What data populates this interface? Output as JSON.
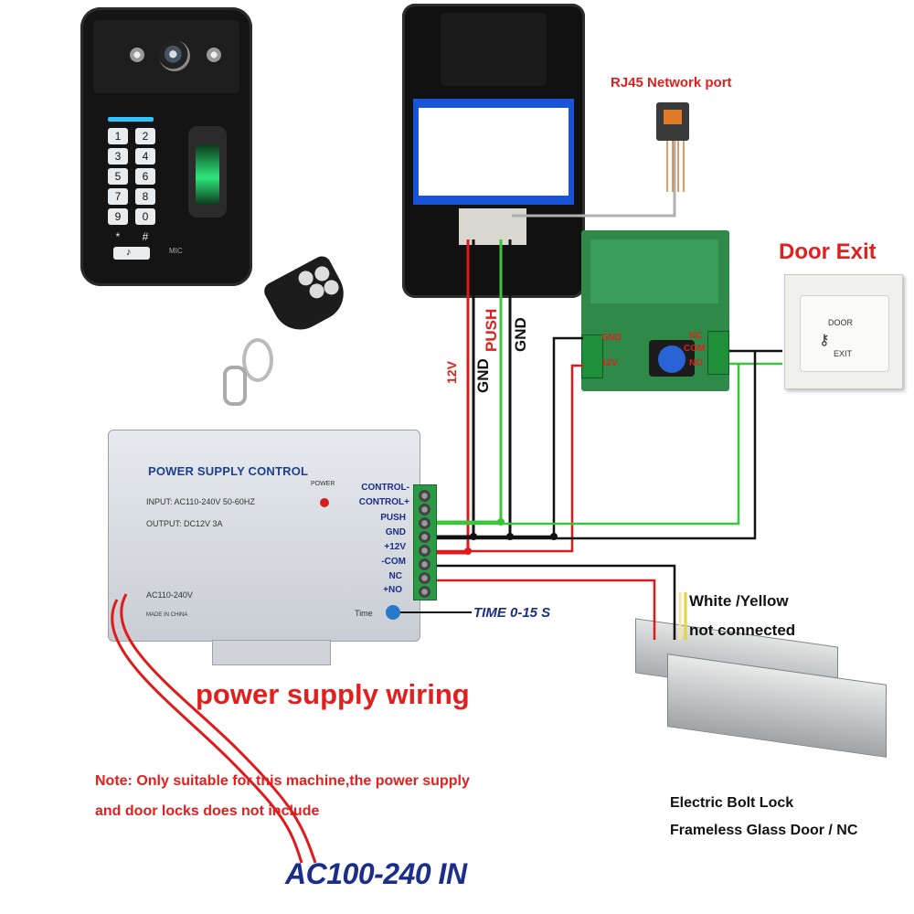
{
  "labels": {
    "rj45": "RJ45 Network port",
    "door_exit": "Door Exit",
    "wire_12v": "12V",
    "wire_gnd_1": "GND",
    "wire_push": "PUSH",
    "wire_gnd_2": "GND",
    "relay_gnd": "GND",
    "relay_12v": "12V",
    "relay_nc": "NC",
    "relay_com": "COM",
    "relay_no": "NO",
    "white_yellow": "White /Yellow",
    "not_connected": "not connected",
    "time_range": "TIME 0-15 S",
    "power_supply_wiring": "power supply wiring",
    "note_line1": "Note: Only suitable for this machine,the power supply",
    "note_line2": "and door locks does not include",
    "ac_in": "AC100-240 IN",
    "bolt_line1": "Electric Bolt Lock",
    "bolt_line2": "Frameless Glass Door / NC"
  },
  "keypad": {
    "keys": [
      "1",
      "2",
      "3",
      "4",
      "5",
      "6",
      "7",
      "8",
      "9",
      "0",
      "*",
      "#"
    ],
    "mic": "MIC"
  },
  "exit_button": {
    "top_text": "DOOR",
    "bottom_text": "EXIT"
  },
  "power_supply": {
    "title": "POWER SUPPLY CONTROL",
    "input": "INPUT: AC110-240V  50-60HZ",
    "output": "OUTPUT: DC12V  3A",
    "power_led": "POWER",
    "ac_rating": "AC110-240V",
    "made_in": "MADE IN CHINA",
    "time": "Time",
    "terminals": [
      "CONTROL-",
      "CONTROL+",
      "PUSH",
      "GND",
      "+12V",
      "-COM",
      "NC",
      "+NO"
    ]
  },
  "colors": {
    "red_wire": "#e01a1a",
    "black_wire": "#111111",
    "green_wire": "#3cc43c",
    "gray_wire": "#b0b0b0",
    "label_blue": "#1a2e8a",
    "heading_red": "#e11f1f"
  }
}
